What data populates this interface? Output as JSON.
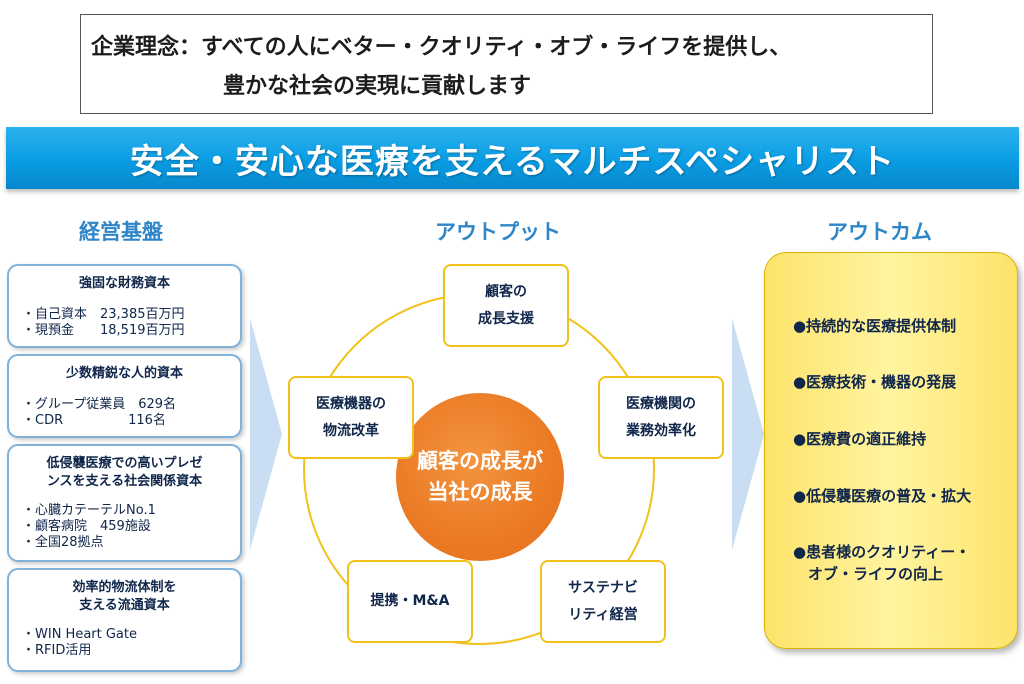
{
  "philosophy": {
    "line1": "企業理念：すべての人にベター・クオリティ・オブ・ライフを提供し、",
    "line2": "豊かな社会の実現に貢献します"
  },
  "banner": {
    "title": "安全・安心な医療を支えるマルチスペシャリスト"
  },
  "columns": {
    "foundation": "経営基盤",
    "output": "アウトプット",
    "outcome": "アウトカム"
  },
  "foundation": [
    {
      "title": [
        "強固な財務資本"
      ],
      "items": [
        "・自己資本　23,385百万円",
        "・現預金　　18,519百万円"
      ]
    },
    {
      "title": [
        "少数精鋭な人的資本"
      ],
      "items": [
        "・グループ従業員　629名",
        "・CDR　　　　　116名"
      ]
    },
    {
      "title": [
        "低侵襲医療での高いプレゼ",
        "ンスを支える社会関係資本"
      ],
      "items": [
        "・心臓カテーテルNo.1",
        "・顧客病院　459施設",
        "・全国28拠点"
      ]
    },
    {
      "title": [
        "効率的物流体制を",
        "支える流通資本"
      ],
      "items": [
        "・WIN Heart Gate",
        "・RFID活用"
      ]
    }
  ],
  "outputs": {
    "center": [
      "顧客の成長が",
      "当社の成長"
    ],
    "nodes": [
      [
        "顧客の",
        "成長支援"
      ],
      [
        "医療機関の",
        "業務効率化"
      ],
      [
        "サステナビ",
        "リティ経営"
      ],
      [
        "提携・M&A"
      ],
      [
        "医療機器の",
        "物流改革"
      ]
    ]
  },
  "outcomes": [
    [
      "●持続的な医療提供体制"
    ],
    [
      "●医療技術・機器の発展"
    ],
    [
      "●医療費の適正維持"
    ],
    [
      "●低侵襲医療の普及・拡大"
    ],
    [
      "●患者様のクオリティー・",
      "　オブ・ライフの向上"
    ]
  ],
  "colors": {
    "banner": "#0a9ce3",
    "heading": "#2e86c8",
    "box_border": "#7fb3dc",
    "ring": "#f0c21a",
    "center": "#eb7a24",
    "outcome_bg": "#fde36a",
    "arrow": "#c9def2"
  }
}
